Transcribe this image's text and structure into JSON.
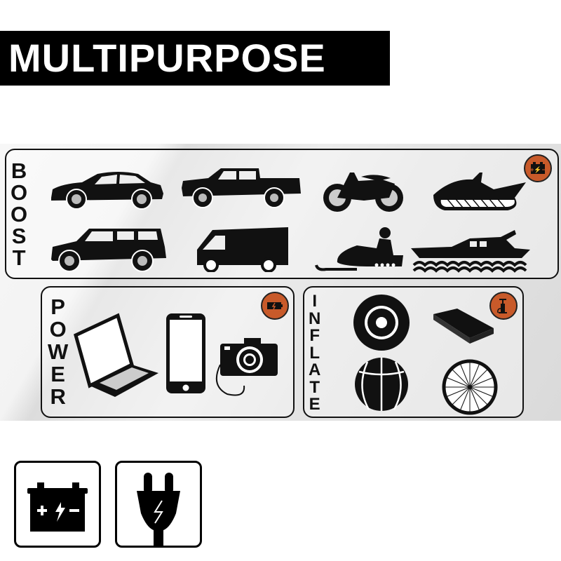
{
  "header": {
    "title": "MULTIPURPOSE"
  },
  "sections": {
    "boost": {
      "label": "BOOST",
      "letters": [
        "B",
        "O",
        "O",
        "S",
        "T"
      ],
      "badge_icon": "car-battery-icon",
      "items": [
        "sedan-car",
        "pickup-truck",
        "motorcycle",
        "jet-ski",
        "suv",
        "van",
        "snowmobile",
        "yacht"
      ]
    },
    "power": {
      "label": "POWER",
      "letters": [
        "P",
        "O",
        "W",
        "E",
        "R"
      ],
      "badge_icon": "battery-charging-icon",
      "items": [
        "laptop",
        "smartphone",
        "camera"
      ]
    },
    "inflate": {
      "label": "INFLATE",
      "letters": [
        "I",
        "N",
        "F",
        "L",
        "A",
        "T",
        "E"
      ],
      "badge_icon": "air-pump-icon",
      "items": [
        "tire",
        "air-mattress",
        "basketball",
        "bicycle-wheel"
      ]
    }
  },
  "footer_icons": [
    "car-battery-icon",
    "power-plug-icon"
  ],
  "colors": {
    "accent": "#c85a2a",
    "ink": "#111111",
    "title_bg": "#000000",
    "title_fg": "#ffffff"
  }
}
